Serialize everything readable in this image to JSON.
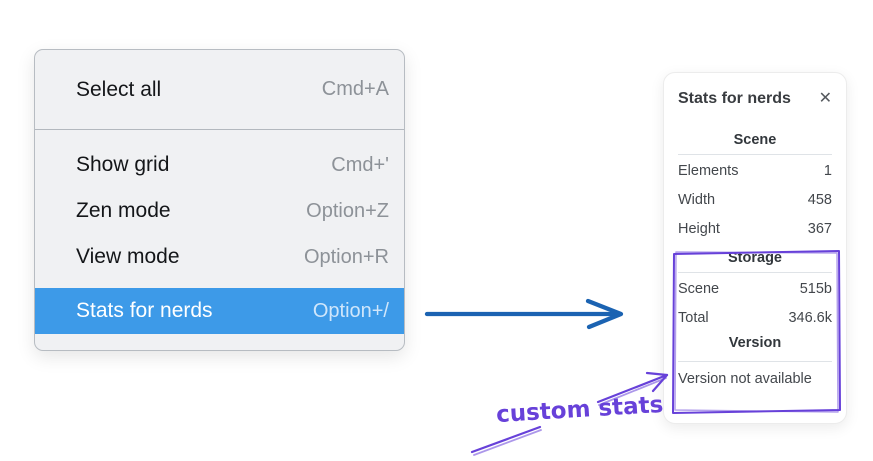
{
  "colors": {
    "menu_highlight": "#3d9ae8",
    "arrow_blue": "#1b63b2",
    "annotation_purple": "#6741d9"
  },
  "menu": {
    "items": [
      {
        "label": "Select all",
        "shortcut": "Cmd+A"
      },
      {
        "label": "Show grid",
        "shortcut": "Cmd+'"
      },
      {
        "label": "Zen mode",
        "shortcut": "Option+Z"
      },
      {
        "label": "View mode",
        "shortcut": "Option+R"
      },
      {
        "label": "Stats for nerds",
        "shortcut": "Option+/",
        "highlighted": true
      }
    ]
  },
  "stats_panel": {
    "title": "Stats for nerds",
    "close_glyph": "✕",
    "sections": {
      "scene": {
        "header": "Scene",
        "rows": [
          {
            "label": "Elements",
            "value": "1"
          },
          {
            "label": "Width",
            "value": "458"
          },
          {
            "label": "Height",
            "value": "367"
          }
        ]
      },
      "storage": {
        "header": "Storage",
        "rows": [
          {
            "label": "Scene",
            "value": "515b"
          },
          {
            "label": "Total",
            "value": "346.6k"
          }
        ]
      },
      "version": {
        "header": "Version",
        "note": "Version not available"
      }
    }
  },
  "annotation": {
    "label": "custom stats"
  }
}
